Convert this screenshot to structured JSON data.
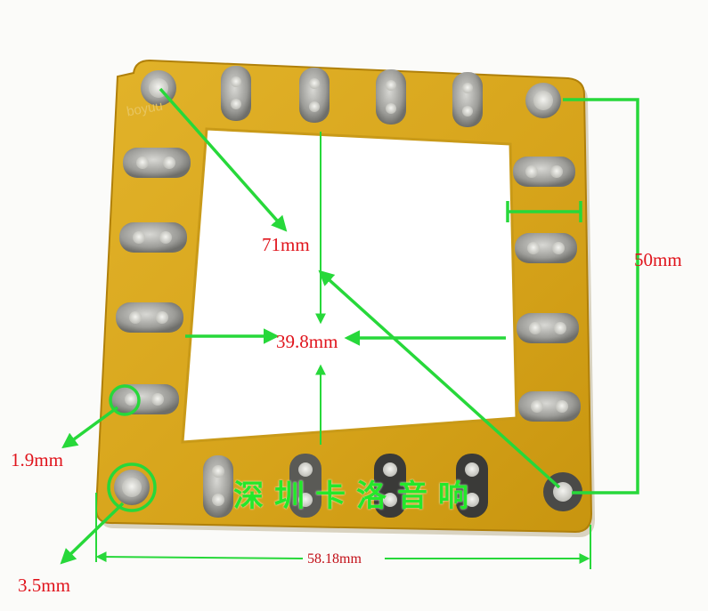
{
  "photo": {
    "board_color": "#d9a91a",
    "board_edge_color": "#b8860b",
    "pad_color": "#9a9a96",
    "annotation_color": "#27d83a",
    "label_color": "#e0141c"
  },
  "annotations": {
    "diagonal": "71mm",
    "height": "50mm",
    "window_width": "39.8mm",
    "pin_hole": "1.9mm",
    "mount_hole": "3.5mm",
    "width": "58.18mm"
  },
  "watermark": {
    "text": "深圳卡洛音响"
  },
  "silkscreen": {
    "text": "boyuu"
  }
}
